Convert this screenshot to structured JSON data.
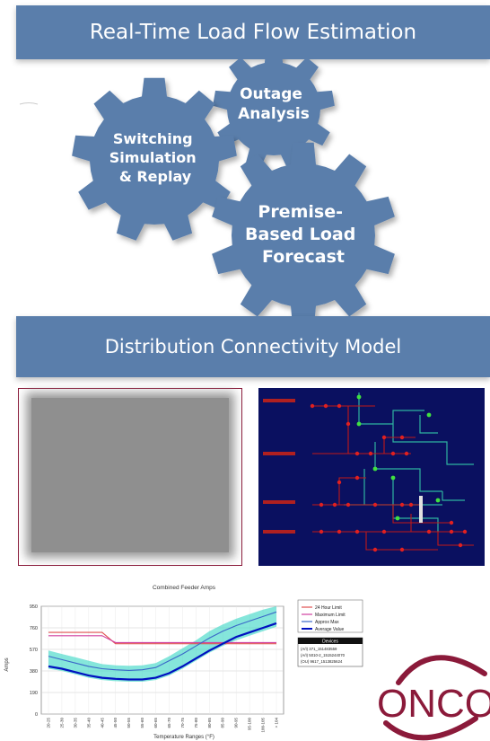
{
  "banners": {
    "top": "Real-Time Load Flow Estimation",
    "bottom": "Distribution Connectivity Model"
  },
  "gears": {
    "outage": [
      "Outage",
      "Analysis"
    ],
    "switching": [
      "Switching",
      "Simulation",
      "& Replay"
    ],
    "premise": [
      "Premise-",
      "Based Load",
      "Forecast"
    ]
  },
  "colors": {
    "banner": "#5a7eab",
    "gear": "#5a7eab",
    "panel_frame": "#8b1a3a",
    "oneline_bg": "#0a1060",
    "logo": "#8b1a3a"
  },
  "logo": {
    "text": "ONCO"
  },
  "chart_data": {
    "type": "line",
    "title": "Combined Feeder Amps",
    "xlabel": "Temperature Ranges (°F)",
    "ylabel": "Amps",
    "ylim": [
      0,
      950
    ],
    "yticks": [
      "950",
      "760",
      "570",
      "380",
      "190",
      "0"
    ],
    "ytick_values": [
      950,
      760,
      570,
      380,
      190,
      0
    ],
    "categories": [
      "20-25",
      "25-30",
      "30-35",
      "35-40",
      "40-45",
      "45-50",
      "50-55",
      "55-60",
      "60-65",
      "65-70",
      "70-75",
      "75-80",
      "80-85",
      "85-90",
      "90-95",
      "95-100",
      "100-105",
      "> 104"
    ],
    "series": [
      {
        "name": "24 Hour Limit",
        "color": "#e05050",
        "values": [
          720,
          720,
          720,
          720,
          720,
          620,
          620,
          620,
          620,
          620,
          620,
          620,
          620,
          620,
          620,
          620,
          620,
          620
        ]
      },
      {
        "name": "Maximum Limit",
        "color": "#d040a0",
        "values": [
          690,
          690,
          690,
          690,
          690,
          630,
          630,
          630,
          630,
          630,
          630,
          630,
          630,
          630,
          630,
          630,
          630,
          630
        ]
      },
      {
        "name": "Approx Max",
        "color": "#3a66c8",
        "values": [
          510,
          480,
          450,
          420,
          400,
          390,
          385,
          390,
          410,
          470,
          530,
          600,
          670,
          730,
          780,
          820,
          860,
          900
        ]
      },
      {
        "name": "Average Value",
        "color": "#0010c0",
        "values": [
          420,
          400,
          370,
          340,
          320,
          310,
          305,
          305,
          320,
          360,
          420,
          490,
          560,
          620,
          680,
          720,
          760,
          800
        ]
      }
    ],
    "band_upper": [
      560,
      530,
      500,
      470,
      440,
      430,
      425,
      430,
      450,
      510,
      580,
      650,
      730,
      790,
      840,
      880,
      920,
      950
    ],
    "band_lower": [
      400,
      380,
      350,
      320,
      300,
      290,
      285,
      285,
      300,
      340,
      400,
      470,
      540,
      600,
      650,
      690,
      730,
      770
    ],
    "legend_position": "right",
    "devices": {
      "title": "Devices",
      "rows": [
        "(A/I) 371_151483559",
        "(A/I) 5010-2_1515244070",
        "(OU) 9617_1513825624"
      ]
    }
  }
}
